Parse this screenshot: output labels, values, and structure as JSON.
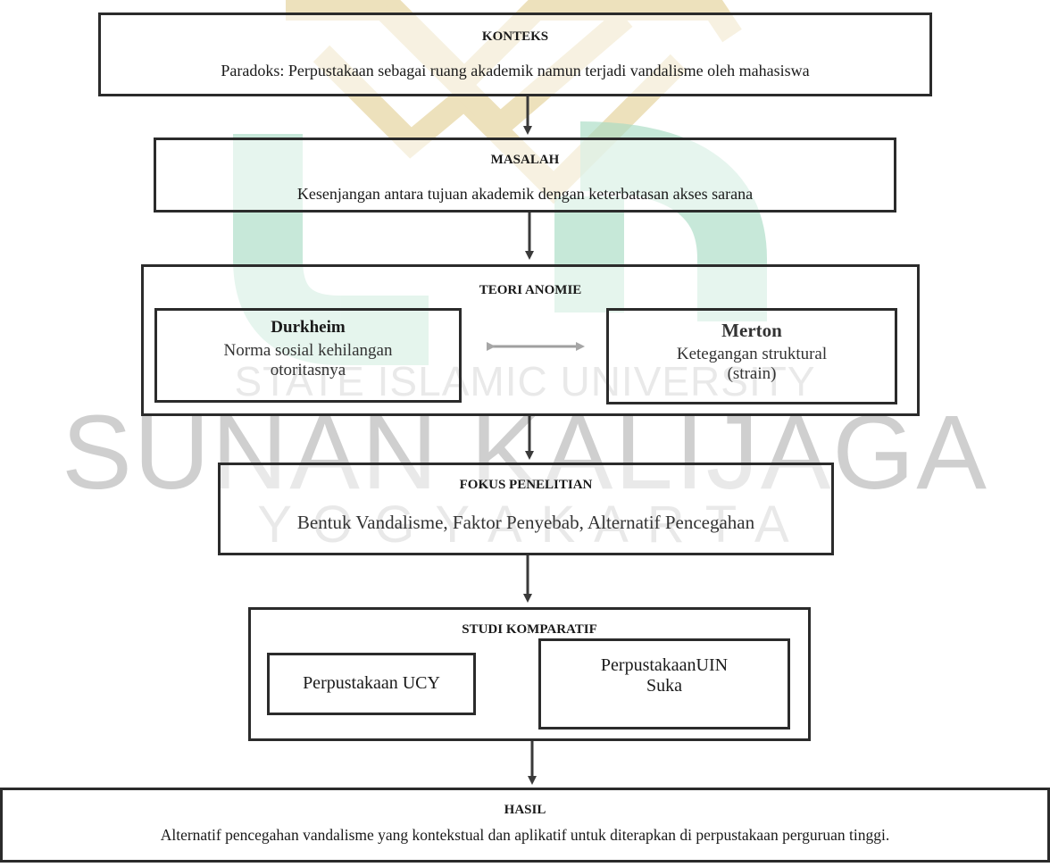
{
  "watermark": {
    "line1": "STATE ISLAMIC UNIVERSITY",
    "line2": "SUNAN KALIJAGA",
    "line3": "Y O G Y A K A R T A",
    "color_green": "#a9dcc4",
    "color_gold": "#e8d7a6"
  },
  "konteks": {
    "title": "KONTEKS",
    "text": "Paradoks: Perpustakaan sebagai ruang akademik namun terjadi vandalisme oleh mahasiswa"
  },
  "masalah": {
    "title": "MASALAH",
    "text": "Kesenjangan antara tujuan akademik dengan keterbatasan akses sarana"
  },
  "teori": {
    "title": "TEORI ANOMIE",
    "durkheim": {
      "title": "Durkheim",
      "text": "Norma sosial kehilangan otoritasnya"
    },
    "merton": {
      "title": "Merton",
      "text": "Ketegangan struktural (strain)"
    }
  },
  "fokus": {
    "title": "FOKUS PENELITIAN",
    "text": "Bentuk Vandalisme, Faktor Penyebab, Alternatif Pencegahan"
  },
  "studi": {
    "title": "STUDI KOMPARATIF",
    "ucy": "Perpustakaan UCY",
    "uin": "PerpustakaanUIN Suka"
  },
  "hasil": {
    "title": "HASIL",
    "text": "Alternatif  pencegahan vandalisme yang kontekstual dan aplikatif untuk diterapkan di perpustakaan perguruan tinggi."
  }
}
